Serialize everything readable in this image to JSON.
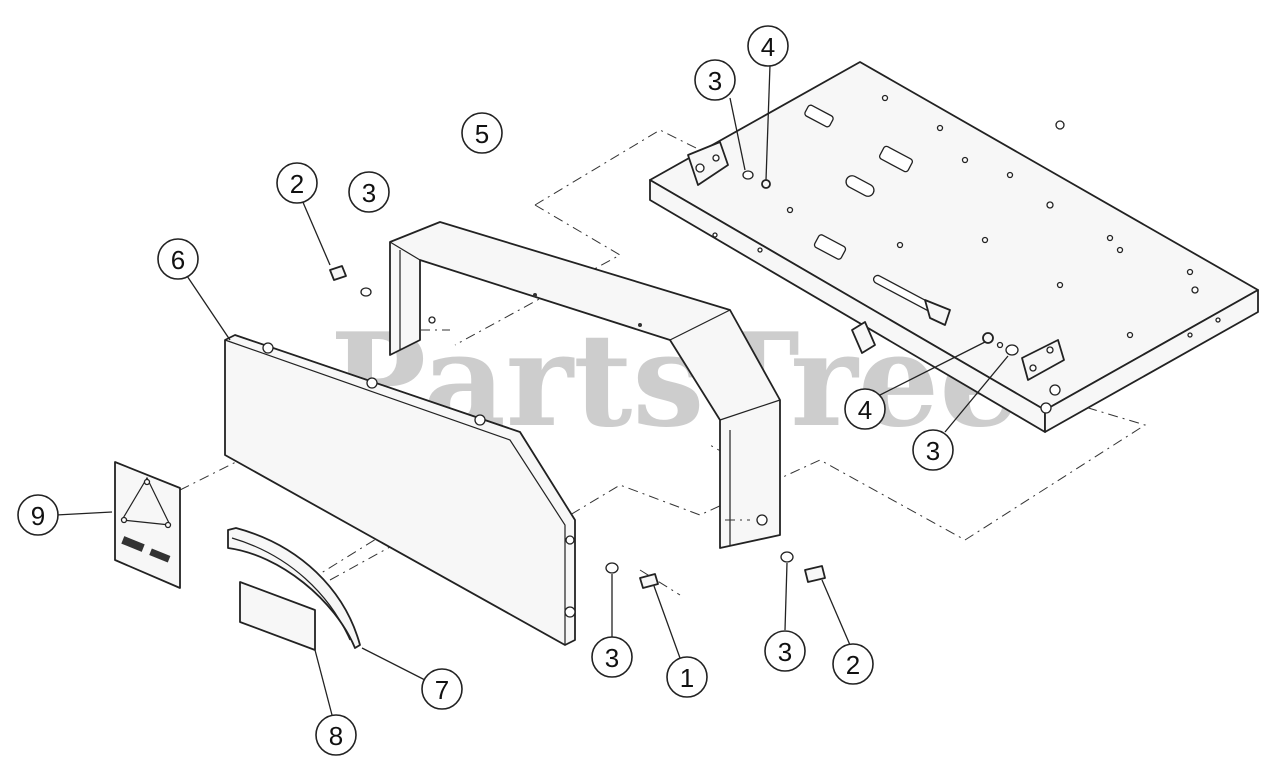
{
  "watermark": "PartsTree",
  "callouts": [
    {
      "label": "1"
    },
    {
      "label": "2"
    },
    {
      "label": "2"
    },
    {
      "label": "3"
    },
    {
      "label": "3"
    },
    {
      "label": "3"
    },
    {
      "label": "3"
    },
    {
      "label": "3"
    },
    {
      "label": "4"
    },
    {
      "label": "4"
    },
    {
      "label": "5"
    },
    {
      "label": "6"
    },
    {
      "label": "7"
    },
    {
      "label": "8"
    },
    {
      "label": "9"
    }
  ]
}
